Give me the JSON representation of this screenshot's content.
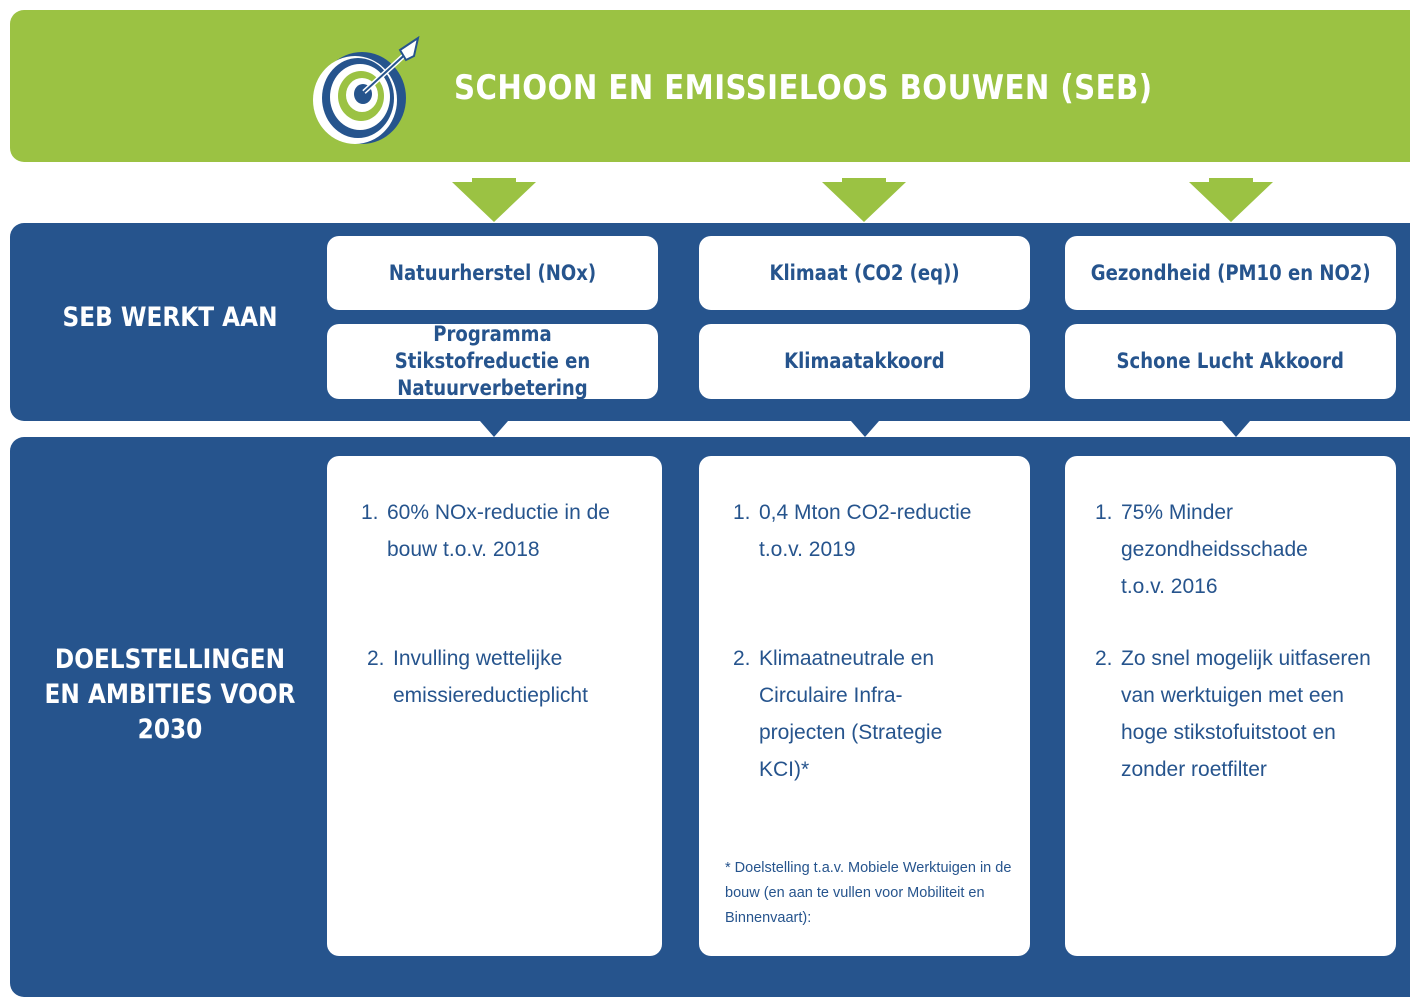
{
  "header": {
    "title": "SCHOON EN EMISSIELOOS BOUWEN (SEB)",
    "icon": "target-with-arrow-icon",
    "color": "#9bc243"
  },
  "rows": {
    "works_on_label": "SEB WERKT AAN",
    "goals_label": "DOELSTELLINGEN EN AMBITIES VOOR 2030",
    "color": "#26548d"
  },
  "columns": [
    {
      "topic": "Natuurherstel (NOx)",
      "program": "Programma Stikstofreductie en Natuurverbetering",
      "goals": [
        {
          "num": "1.",
          "text": "60% NOx-reductie in de bouw t.o.v. 2018"
        },
        {
          "num": "2.",
          "text": "Invulling wettelijke emissiereductieplicht"
        }
      ]
    },
    {
      "topic": "Klimaat (CO2 (eq))",
      "program": "Klimaatakkoord",
      "goals": [
        {
          "num": "1.",
          "text": "0,4 Mton CO2-reductie t.o.v. 2019"
        },
        {
          "num": "2.",
          "text": "Klimaatneutrale en Circulaire Infra-projecten (Strategie KCI)*"
        }
      ],
      "footnote": "* Doelstelling t.a.v. Mobiele Werktuigen in de bouw (en aan te vullen voor Mobiliteit en Binnenvaart):"
    },
    {
      "topic": "Gezondheid (PM10 en NO2)",
      "program": "Schone Lucht Akkoord",
      "goals": [
        {
          "num": "1.",
          "text": "75% Minder gezondheidsschade t.o.v. 2016"
        },
        {
          "num": "2.",
          "text": "Zo snel mogelijk uitfaseren van werktuigen met een hoge stikstofuitstoot en zonder roetfilter"
        }
      ]
    }
  ]
}
